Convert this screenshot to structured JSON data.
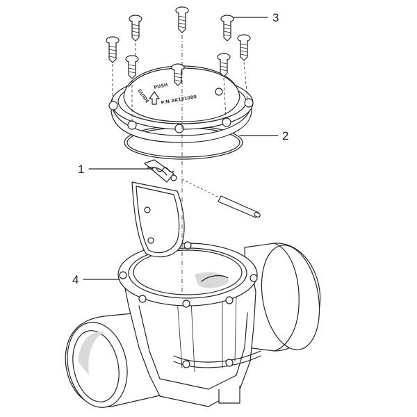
{
  "callouts": [
    {
      "id": "1",
      "label": "1"
    },
    {
      "id": "2",
      "label": "2"
    },
    {
      "id": "3",
      "label": "3"
    },
    {
      "id": "4",
      "label": "4"
    }
  ],
  "cap_marking": "P/N AK121000",
  "cap_words": [
    "GUIDE",
    "PUSH"
  ],
  "colors": {
    "line": "#222222",
    "background": "#ffffff",
    "shade": "#d9d9d9"
  }
}
